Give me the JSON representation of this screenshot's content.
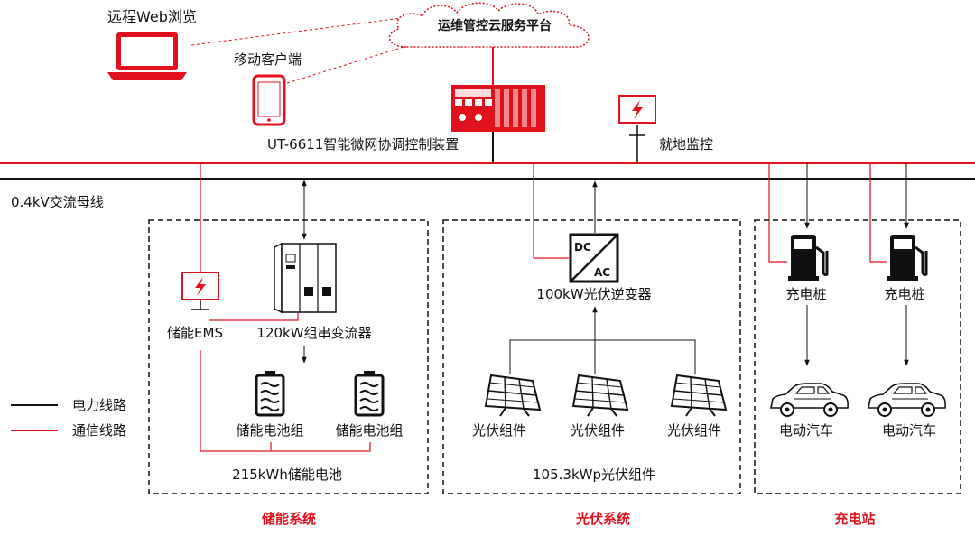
{
  "cloud": {
    "label": "运维管控云服务平台"
  },
  "remote_web": {
    "label": "远程Web浏览"
  },
  "mobile": {
    "label": "移动客户端"
  },
  "controller": {
    "label": "UT-6611智能微网协调控制装置"
  },
  "local_monitor": {
    "label": "就地监控"
  },
  "bus": {
    "label": "0.4kV交流母线"
  },
  "storage": {
    "title": "储能系统",
    "ems_label": "储能EMS",
    "pcs_label": "120kW组串变流器",
    "battery_labels": [
      "储能电池组",
      "储能电池组"
    ],
    "total_label": "215kWh储能电池"
  },
  "pv": {
    "title": "光伏系统",
    "inverter_label": "100kW光伏逆变器",
    "inverter_dc": "DC",
    "inverter_ac": "AC",
    "module_labels": [
      "光伏组件",
      "光伏组件",
      "光伏组件"
    ],
    "total_label": "105.3kWp光伏组件"
  },
  "charging": {
    "title": "充电站",
    "pile_labels": [
      "充电桩",
      "充电桩"
    ],
    "ev_labels": [
      "电动汽车",
      "电动汽车"
    ]
  },
  "legend": {
    "power_line": "电力线路",
    "comm_line": "通信线路"
  },
  "colors": {
    "accent": "#e0101d",
    "line": "#111111"
  }
}
